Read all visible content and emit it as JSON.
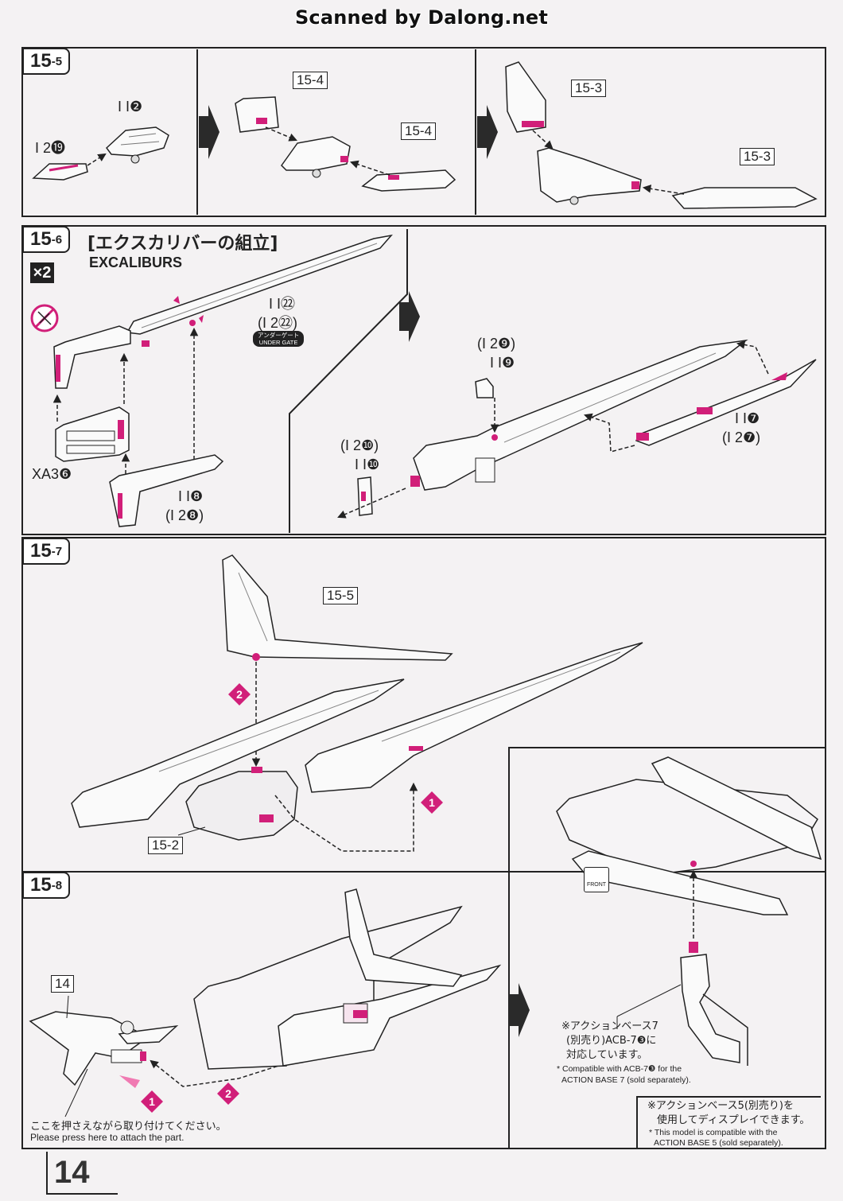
{
  "watermark": "Scanned by Dalong.net",
  "page_number": "14",
  "colors": {
    "accent": "#d11f79",
    "ink": "#222222",
    "paper": "#f4f2f3"
  },
  "steps": {
    "s5": {
      "main": "15",
      "sub": "-5"
    },
    "s6": {
      "main": "15",
      "sub": "-6"
    },
    "s7": {
      "main": "15",
      "sub": "-7"
    },
    "s8": {
      "main": "15",
      "sub": "-8"
    }
  },
  "step5": {
    "part_a": "I I❷",
    "part_b": "I 2⓳",
    "ref_1": "15-4",
    "ref_2": "15-4",
    "ref_3": "15-3",
    "ref_4": "15-3"
  },
  "step6": {
    "title_jp": "[エクスカリバーの組立]",
    "title_en": "EXCALIBURS",
    "multiplier": "×2",
    "part_22a": "I I㉒",
    "part_22b": "(I 2㉒)",
    "under_gate_jp": "アンダーゲート",
    "under_gate_en": "UNDER GATE",
    "part_xa": "XA3❻",
    "part_8a": "I I❽",
    "part_8b": "(I 2❽)",
    "part_9a": "(I 2❾)",
    "part_9b": "I I❾",
    "part_10a": "(I 2❿)",
    "part_10b": "I I❿",
    "part_7a": "I I❼",
    "part_7b": "(I 2❼)"
  },
  "step7": {
    "ref_top": "15-5",
    "ref_bottom": "15-2",
    "order_1": "1",
    "order_2": "2"
  },
  "step8": {
    "ref": "14",
    "order_1": "1",
    "order_2": "2",
    "press_jp": "ここを押さえながら取り付けてください。",
    "press_en": "Please press here to attach the part.",
    "front_icon_label": "FRONT",
    "acb_jp_1": "※アクションベース7",
    "acb_jp_2": "(別売り)ACB-7❸に",
    "acb_jp_3": "対応しています。",
    "acb_en_1": "* Compatible with ACB-7❸ for the",
    "acb_en_2": "ACTION BASE 7 (sold separately).",
    "ab5_jp_1": "※アクションベース5(別売り)を",
    "ab5_jp_2": "使用してディスプレイできます。",
    "ab5_en_1": "* This model is compatible with the",
    "ab5_en_2": "ACTION BASE 5 (sold separately)."
  }
}
